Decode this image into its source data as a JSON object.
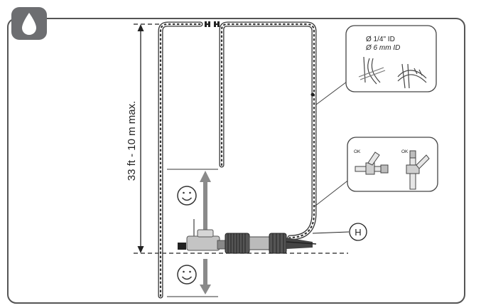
{
  "header": {
    "icon": "water-drop-icon"
  },
  "dimension": {
    "height_label": "33 ft - 10 m max."
  },
  "tubing_callout": {
    "line1": "Ø  1/4\" ID",
    "line2": "Ø  6 mm ID"
  },
  "connection_callout": {
    "ok_left": "OK",
    "ok_right": "OK"
  },
  "pump_marker": {
    "letter": "H"
  },
  "faces": {
    "upper": "smiley-face-icon",
    "lower": "smiley-face-icon"
  },
  "colors": {
    "frame": "#555555",
    "badge": "#6d6e71",
    "pump": "#bdbdbd",
    "arrow": "#8a8a8a"
  }
}
